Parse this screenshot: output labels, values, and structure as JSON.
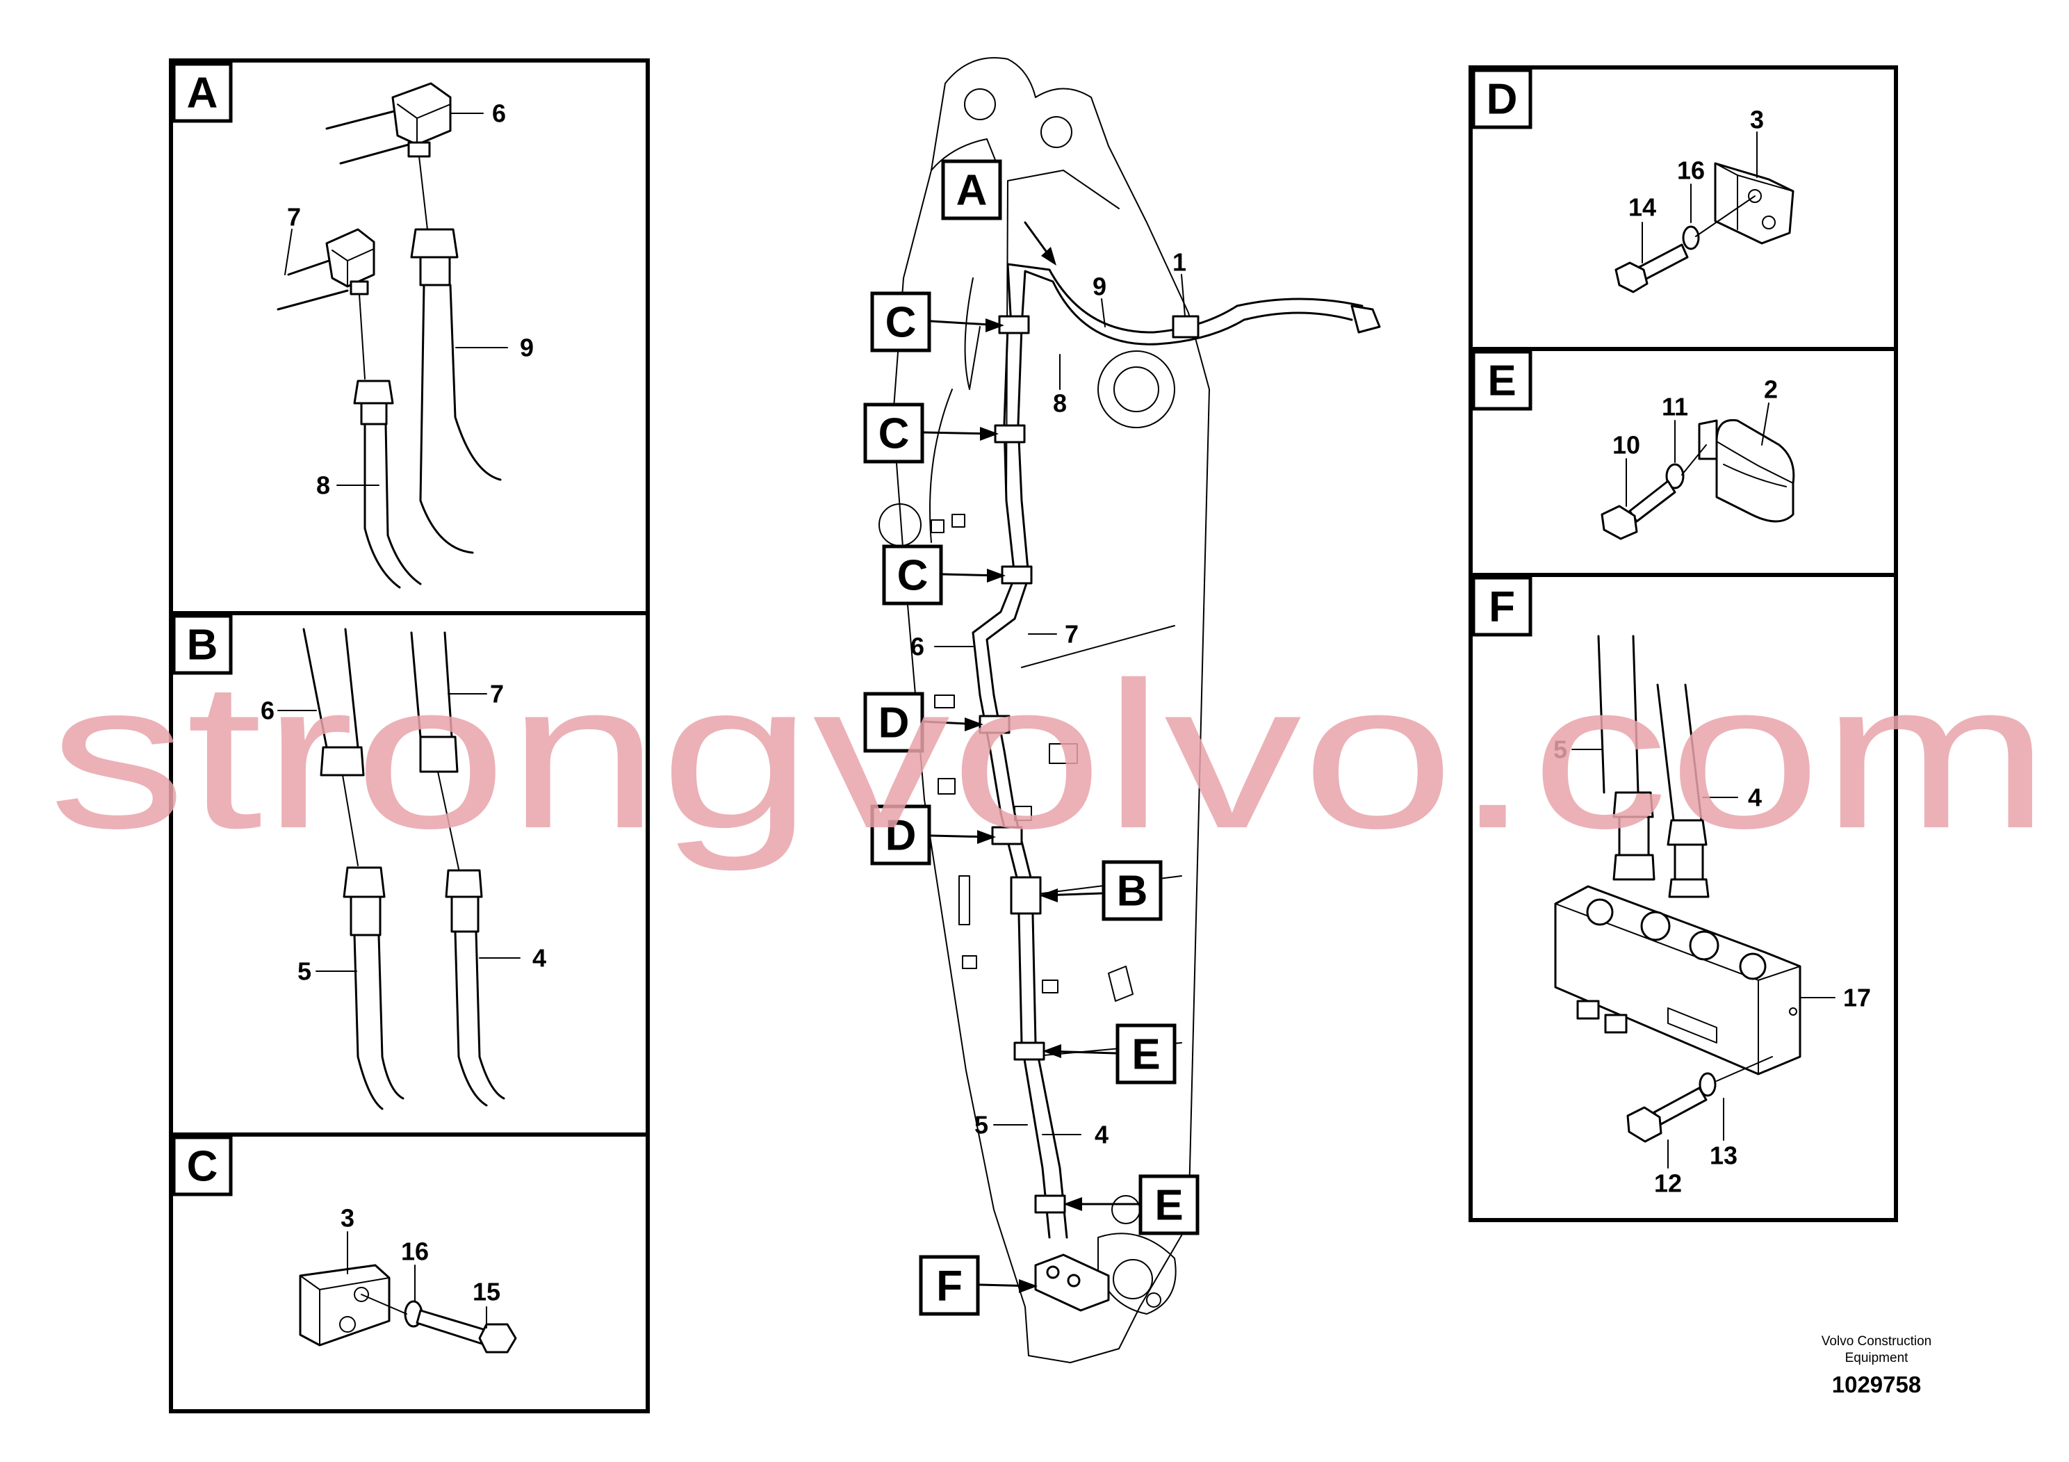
{
  "watermark": "strongvolvo.com",
  "footer": {
    "maker_line1": "Volvo Construction",
    "maker_line2": "Equipment",
    "drawing_number": "1029758"
  },
  "colors": {
    "line": "#000000",
    "watermark": "#e8a3a9",
    "background": "#ffffff"
  },
  "panel_letters": [
    "A",
    "B",
    "C",
    "D",
    "E",
    "F"
  ],
  "panels": {
    "A": {
      "callouts": [
        "6",
        "7",
        "9",
        "8"
      ]
    },
    "B": {
      "callouts": [
        "6",
        "7",
        "5",
        "4"
      ]
    },
    "C": {
      "callouts": [
        "3",
        "16",
        "15"
      ]
    },
    "D": {
      "callouts": [
        "3",
        "16",
        "14"
      ]
    },
    "E": {
      "callouts": [
        "2",
        "11",
        "10"
      ]
    },
    "F": {
      "callouts": [
        "5",
        "4",
        "17",
        "12",
        "13"
      ]
    }
  },
  "main_view": {
    "detail_markers": [
      "A",
      "C",
      "C",
      "C",
      "D",
      "D",
      "B",
      "E",
      "E",
      "F"
    ],
    "callouts": [
      "9",
      "1",
      "8",
      "6",
      "7",
      "5",
      "4"
    ]
  }
}
